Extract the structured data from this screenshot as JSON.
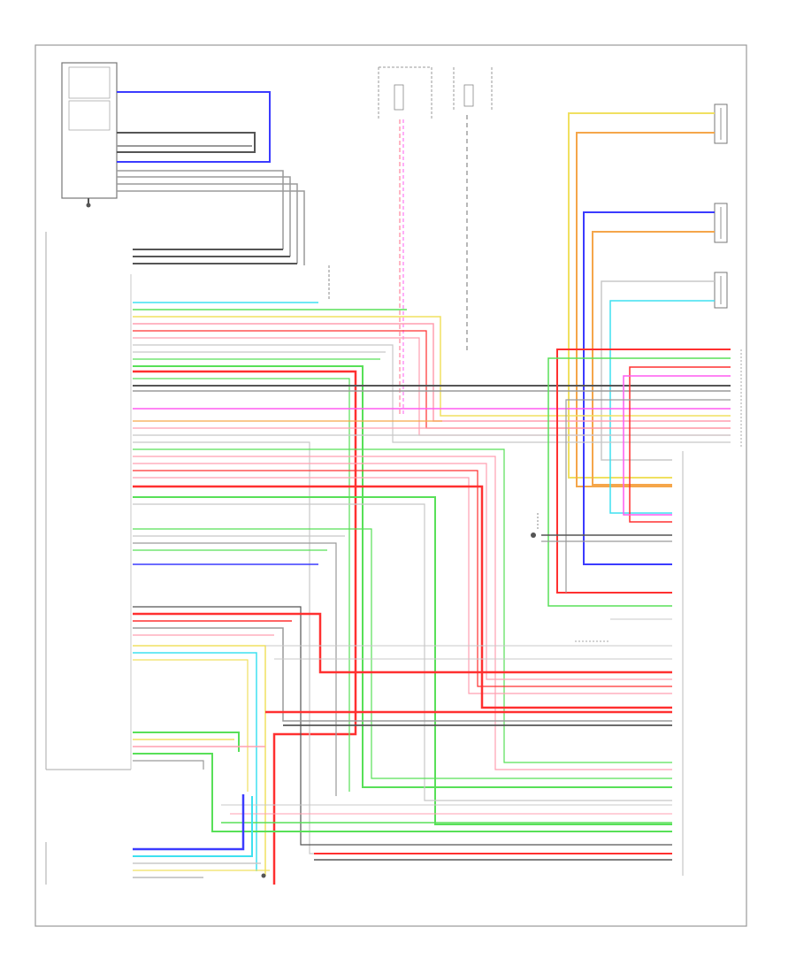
{
  "diagram": {
    "title": "",
    "frame_label": "",
    "blocks": [
      {
        "id": "top_left_switch",
        "label": "",
        "note": ""
      },
      {
        "id": "fuse_block_top",
        "label": ""
      },
      {
        "id": "relay_top",
        "label": ""
      },
      {
        "id": "left_front_speaker",
        "label": ""
      },
      {
        "id": "right_front_speaker",
        "label": ""
      },
      {
        "id": "subwoofer",
        "label": ""
      },
      {
        "id": "audio_unit",
        "label": ""
      },
      {
        "id": "stereo_amplifier",
        "label": ""
      },
      {
        "id": "ground_box",
        "label": ""
      },
      {
        "id": "left_bottom_connector",
        "label": ""
      }
    ],
    "footer_left": "",
    "footer_right": "",
    "page_corner": ""
  },
  "colors": {
    "blue": "#3b3bff",
    "gray": "#7a7a7a",
    "red": "#ff3030",
    "pink": "#ff9fb0",
    "green": "#58e058",
    "cyan": "#3ee0f0",
    "yellow": "#f0e060",
    "orange": "#f5a64a",
    "magenta": "#ff5cf0",
    "lightgray": "#c8c8c8",
    "black": "#333333"
  }
}
